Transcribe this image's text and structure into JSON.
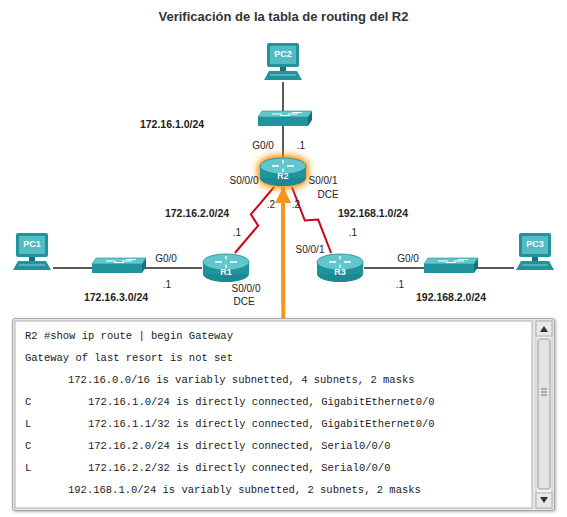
{
  "diagram": {
    "title": "Verificación de la tabla de routing del R2",
    "nodes": [
      {
        "text": [
          "PC2"
        ]
      },
      {
        "text": [
          "R2"
        ]
      },
      {
        "text": [
          "PC1"
        ]
      },
      {
        "text": [
          "R1"
        ]
      },
      {
        "text": [
          "R3"
        ]
      },
      {
        "text": [
          "PC3"
        ]
      },
      {
        "text": [
          "R2 #show ip route | begin Gateway",
          "Gateway of last resort is not set",
          "172.16.0.0/16 is variably subnetted, 4 subnets, 2 masks",
          "C         172.16.1.0/24 is directly connected, GigabitEthernet0/0",
          "L         172.16.1.1/32 is directly connected, GigabitEthernet0/0",
          "C         172.16.2.0/24 is directly connected, Serial0/0/0",
          "L         172.16.2.2/32 is directly connected, Serial0/0/0",
          "192.168.1.0/24 is variably subnetted, 2 subnets, 2 masks"
        ]
      }
    ],
    "edges": [
      {
        "from": 0,
        "to": 1,
        "arrow": "none"
      },
      {
        "from": 2,
        "to": 3,
        "arrow": "none"
      },
      {
        "from": 1,
        "to": 3,
        "arrow": "none"
      },
      {
        "from": 1,
        "to": 4,
        "arrow": "none"
      },
      {
        "from": 4,
        "to": 5,
        "arrow": "none"
      },
      {
        "from": 6,
        "to": 1,
        "arrow": "to"
      }
    ],
    "labels": [
      "172.16.1.0/24",
      "G0/0",
      ".1",
      "S0/0/0",
      "S0/0/1",
      "DCE",
      ".2",
      ".2",
      "172.16.2.0/24",
      "192.168.1.0/24",
      ".1",
      ".1",
      "G0/0",
      ".1",
      "S0/0/0",
      "DCE",
      "S0/0/1",
      "G0/0",
      ".1",
      "172.16.3.0/24",
      "192.168.2.0/24"
    ]
  }
}
